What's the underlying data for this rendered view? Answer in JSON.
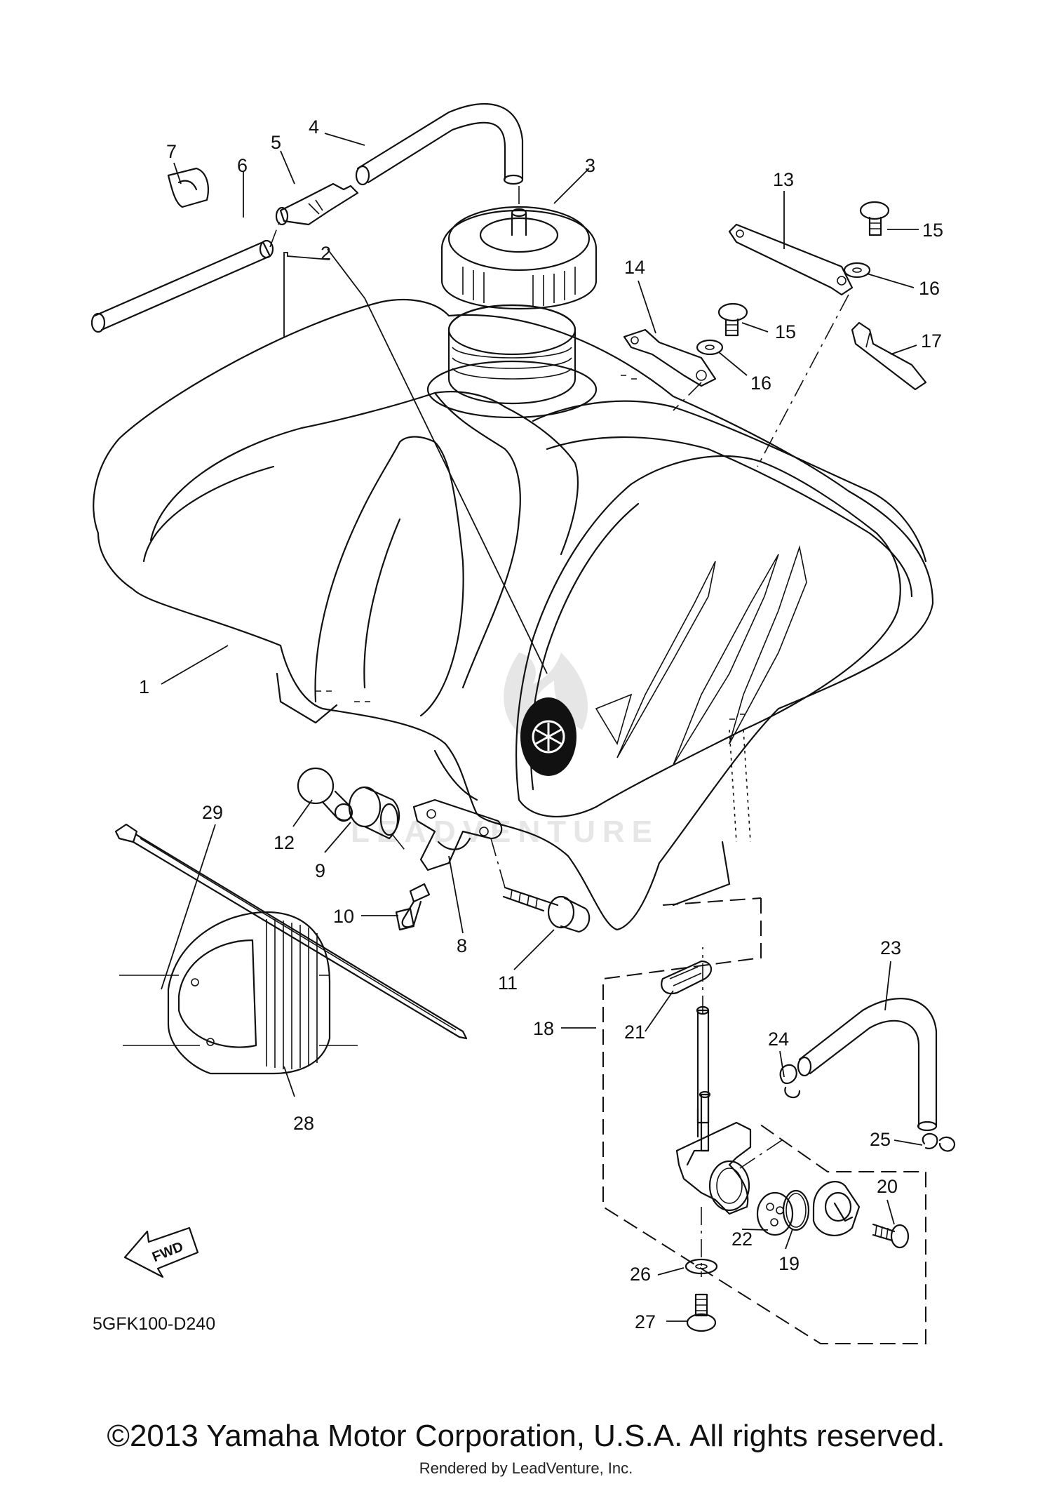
{
  "diagram_code": "5GFK100-D240",
  "fwd_label": "FWD",
  "watermark": "LEADVENTURE",
  "copyright": "©2013 Yamaha Motor Corporation, U.S.A. All rights reserved.",
  "rendered_by": "Rendered by LeadVenture, Inc.",
  "callouts": {
    "c1": "1",
    "c2": "2",
    "c3": "3",
    "c4": "4",
    "c5": "5",
    "c6": "6",
    "c7": "7",
    "c8": "8",
    "c9": "9",
    "c10": "10",
    "c11": "11",
    "c12": "12",
    "c13": "13",
    "c14": "14",
    "c15a": "15",
    "c15b": "15",
    "c16a": "16",
    "c16b": "16",
    "c17": "17",
    "c18": "18",
    "c19": "19",
    "c20": "20",
    "c21": "21",
    "c22": "22",
    "c23": "23",
    "c24": "24",
    "c25": "25",
    "c26": "26",
    "c27": "27",
    "c28": "28",
    "c29": "29"
  }
}
